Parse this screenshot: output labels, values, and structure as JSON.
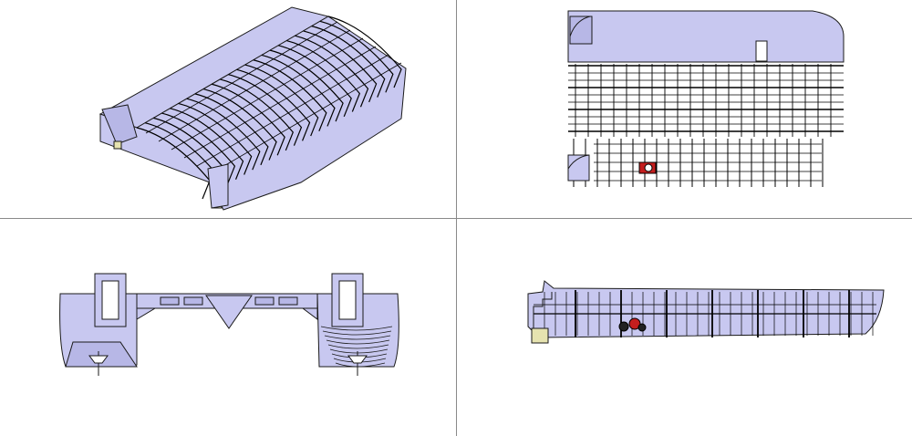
{
  "app": {
    "type": "cad-multi-viewport",
    "layout": "2x2"
  },
  "viewports": [
    {
      "id": "top-left",
      "view": "isometric"
    },
    {
      "id": "top-right",
      "view": "plan"
    },
    {
      "id": "bottom-left",
      "view": "end"
    },
    {
      "id": "bottom-right",
      "view": "profile"
    }
  ],
  "colors": {
    "hull_fill": "#c8c8f0",
    "hull_stroke": "#1a1a1a",
    "frame_line": "#000000",
    "deck_fill": "#b7b7e6",
    "accent_red": "#c41e1e",
    "accent_yellow": "#e6e3b0",
    "background": "#ffffff",
    "splitter": "#8a8a8a"
  },
  "icons": [
    "bulkhead-icon",
    "winch-icon"
  ]
}
